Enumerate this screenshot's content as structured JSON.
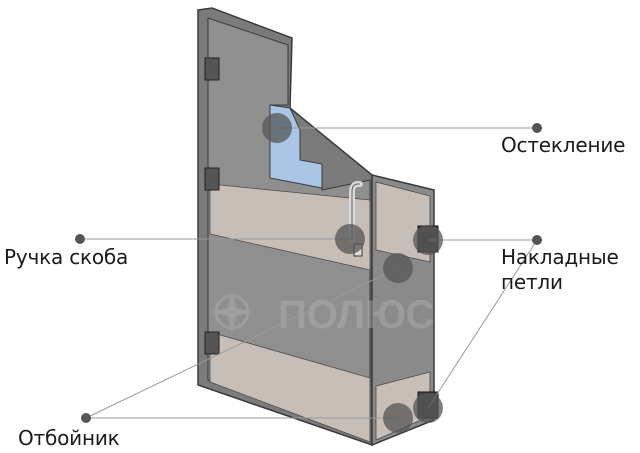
{
  "labels": {
    "glazing": "Остекление",
    "handle": "Ручка скоба",
    "hinges_line1": "Накладные",
    "hinges_line2": "петли",
    "kickplate": "Отбойник"
  },
  "watermark": {
    "text": "ПОЛЮС",
    "icon": "compass-rose-icon"
  },
  "colors": {
    "panel_dark": "#8f8f8f",
    "panel_light": "#c8beb8",
    "glass": "#a9c6e6",
    "marker": "#555555",
    "leader": "#9a9a9a"
  }
}
